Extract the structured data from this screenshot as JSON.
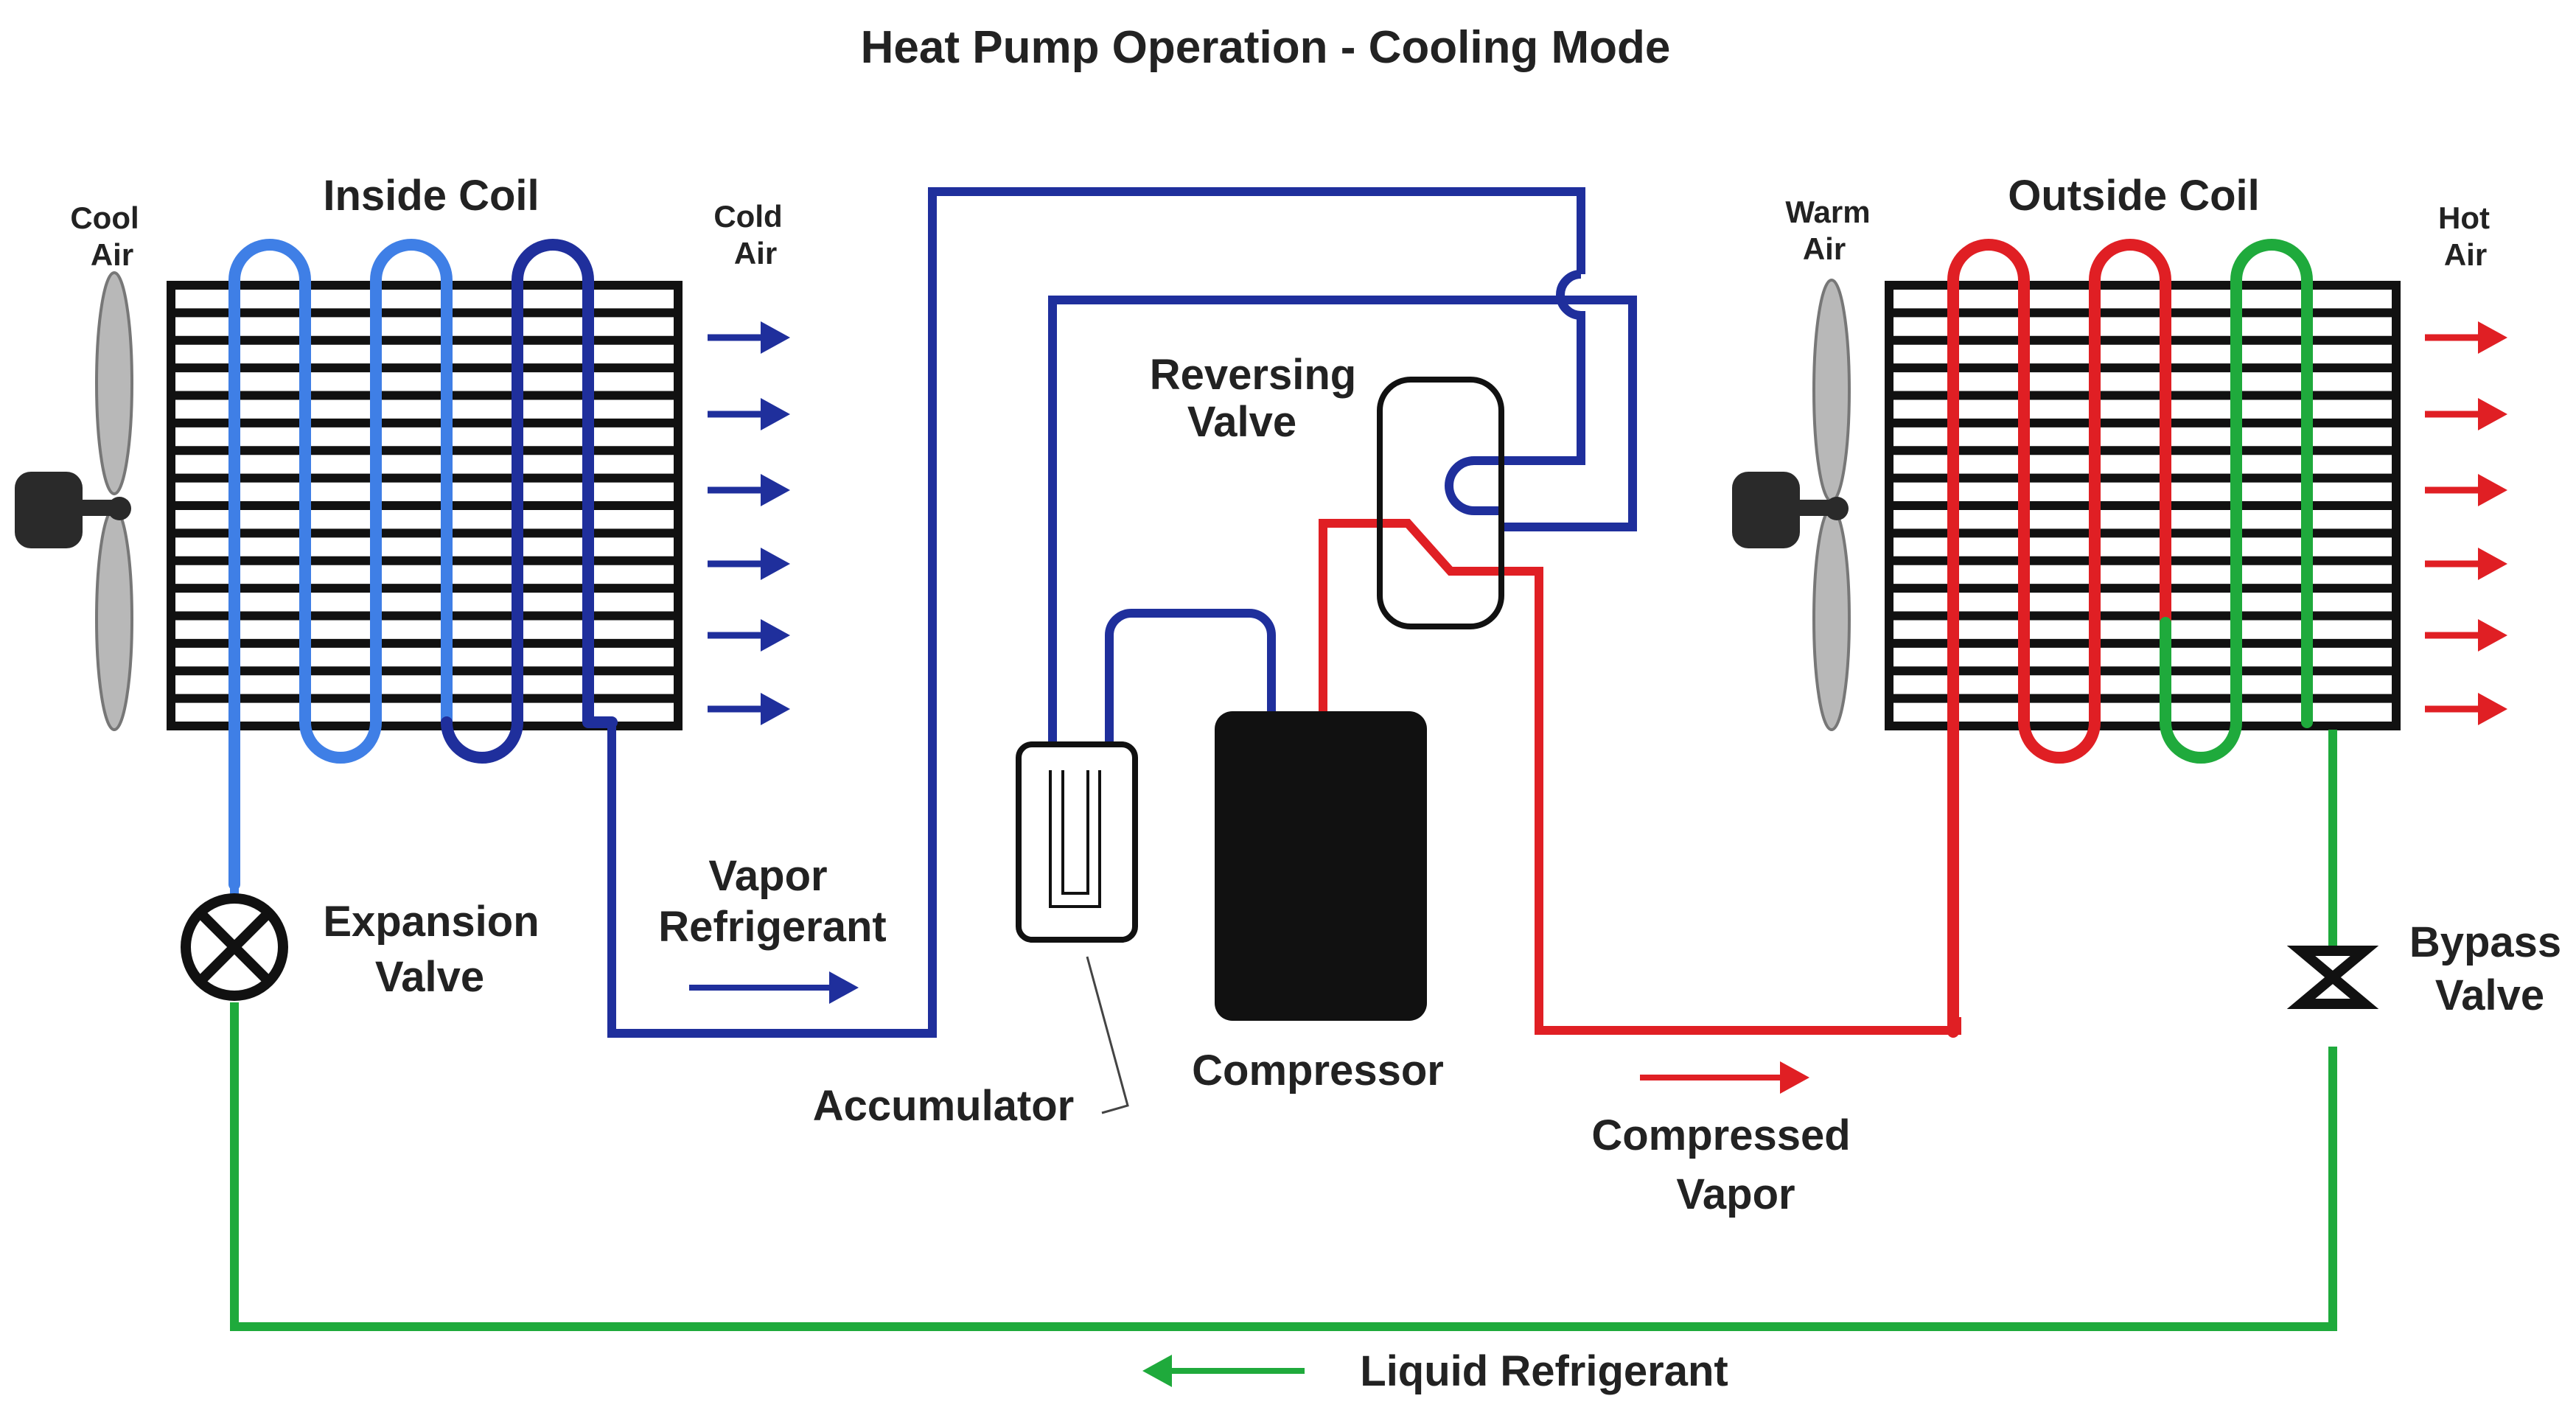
{
  "title": "Heat Pump Operation - Cooling Mode",
  "labels": {
    "inside_coil": "Inside Coil",
    "outside_coil": "Outside Coil",
    "cool_air": [
      "Cool",
      "Air"
    ],
    "cold_air": [
      "Cold",
      "Air"
    ],
    "warm_air": [
      "Warm",
      "Air"
    ],
    "hot_air": [
      "Hot",
      "Air"
    ],
    "reversing_valve": [
      "Reversing",
      "Valve"
    ],
    "expansion_valve": [
      "Expansion",
      "Valve"
    ],
    "vapor_refrigerant": [
      "Vapor",
      "Refrigerant"
    ],
    "accumulator": "Accumulator",
    "compressor": "Compressor",
    "compressed_vapor": [
      "Compressed",
      "Vapor"
    ],
    "bypass_valve": [
      "Bypass",
      "Valve"
    ],
    "liquid_refrigerant": "Liquid Refrigerant"
  },
  "colors": {
    "vapor_line": "#1f2f9c",
    "inside_coil_light": "#3f7fe6",
    "inside_coil_dark": "#1f2f9c",
    "compressed_line": "#e01f24",
    "liquid_line": "#1faa3c",
    "component": "#111111"
  },
  "icons": [
    "fan-icon",
    "expansion-valve-icon",
    "bypass-valve-icon",
    "flow-arrow-icon"
  ]
}
